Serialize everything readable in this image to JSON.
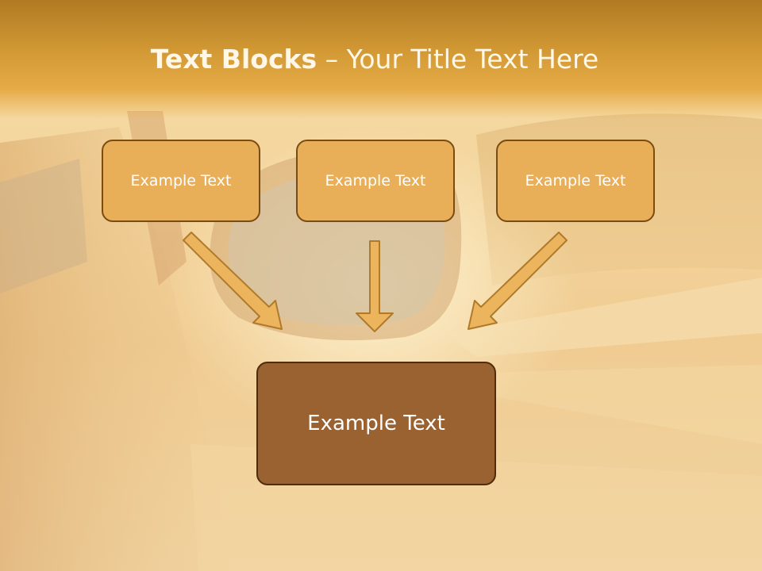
{
  "title": {
    "bold": "Text Blocks",
    "separator": " – ",
    "rest": "Your Title Text Here"
  },
  "blocks": {
    "left": "Example Text",
    "center": "Example Text",
    "right": "Example Text",
    "bottom": "Example Text"
  },
  "colors": {
    "small_box_fill": "#e9ae58",
    "big_box_fill": "#9a6131",
    "arrow_fill": "#ecb45c",
    "arrow_stroke": "#b07a2c"
  }
}
